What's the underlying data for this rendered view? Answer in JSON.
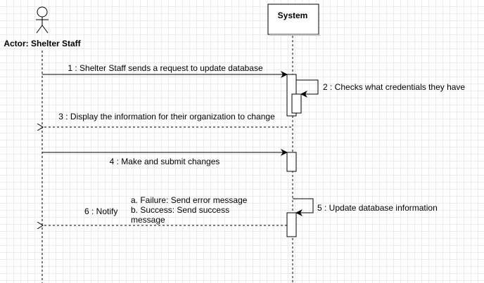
{
  "actor": {
    "name": "Actor: Shelter Staff"
  },
  "system": {
    "name": "System"
  },
  "messages": [
    {
      "num": "1",
      "text": "1 : Shelter Staff sends a request to update database"
    },
    {
      "num": "2",
      "text": "2 : Checks what credentials they have"
    },
    {
      "num": "3",
      "text": "3 : Display the information for their organization to change"
    },
    {
      "num": "4",
      "text": "4 : Make and submit changes"
    },
    {
      "num": "5",
      "text": "5 : Update database information"
    },
    {
      "num": "6",
      "text": "6 : Notify"
    }
  ],
  "notify_note": {
    "line1": "a. Failure: Send error message",
    "line2": "b. Success: Send success",
    "line3": "message"
  },
  "colors": {
    "line": "#000000",
    "grid": "#ececec",
    "box_fill": "#ffffff"
  }
}
